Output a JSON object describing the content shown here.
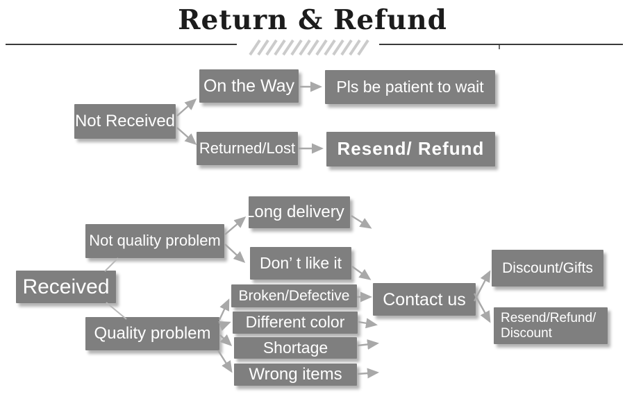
{
  "title": "Return & Refund",
  "colors": {
    "box": "#7f7f7f",
    "box-text": "#ffffff",
    "arrow": "#a8a8a8",
    "title-text": "#1c1c1c",
    "divider": "#3a3a3a",
    "hatch": "#cbcbcb",
    "background": "#ffffff"
  },
  "nodes": {
    "not_received": {
      "label": "Not Received"
    },
    "on_the_way": {
      "label": "On the Way"
    },
    "pls_wait": {
      "label": "Pls be patient to wait"
    },
    "returned_lost": {
      "label": "Returned/Lost"
    },
    "resend_refund": {
      "label": "Resend/ Refund"
    },
    "received": {
      "label": "Received"
    },
    "not_quality_problem": {
      "label": "Not quality problem"
    },
    "long_delivery": {
      "label": "Long delivery"
    },
    "dont_like_it": {
      "label": "Don’ t like it"
    },
    "quality_problem": {
      "label": "Quality problem"
    },
    "broken_defective": {
      "label": "Broken/Defective"
    },
    "different_color": {
      "label": "Different color"
    },
    "shortage": {
      "label": "Shortage"
    },
    "wrong_items": {
      "label": "Wrong items"
    },
    "contact_us": {
      "label": "Contact us"
    },
    "discount_gifts": {
      "label": "Discount/Gifts"
    },
    "resend_refund_discount": {
      "label": "Resend/Refund/\nDiscount"
    }
  },
  "edges": [
    {
      "from": "not_received",
      "to": "on_the_way",
      "arrowhead": true
    },
    {
      "from": "not_received",
      "to": "returned_lost",
      "arrowhead": true
    },
    {
      "from": "on_the_way",
      "to": "pls_wait",
      "arrowhead": true
    },
    {
      "from": "returned_lost",
      "to": "resend_refund",
      "arrowhead": true
    },
    {
      "from": "received",
      "to": "not_quality_problem",
      "arrowhead": false
    },
    {
      "from": "received",
      "to": "quality_problem",
      "arrowhead": false
    },
    {
      "from": "not_quality_problem",
      "to": "long_delivery",
      "arrowhead": true
    },
    {
      "from": "not_quality_problem",
      "to": "dont_like_it",
      "arrowhead": true
    },
    {
      "from": "long_delivery",
      "to": "contact_us",
      "arrowhead": true
    },
    {
      "from": "dont_like_it",
      "to": "contact_us",
      "arrowhead": true
    },
    {
      "from": "quality_problem",
      "to": "broken_defective",
      "arrowhead": true
    },
    {
      "from": "quality_problem",
      "to": "different_color",
      "arrowhead": true
    },
    {
      "from": "quality_problem",
      "to": "shortage",
      "arrowhead": true
    },
    {
      "from": "quality_problem",
      "to": "wrong_items",
      "arrowhead": true
    },
    {
      "from": "broken_defective",
      "to": "contact_us",
      "arrowhead": true
    },
    {
      "from": "different_color",
      "to": "contact_us",
      "arrowhead": true
    },
    {
      "from": "shortage",
      "to": "contact_us",
      "arrowhead": true
    },
    {
      "from": "wrong_items",
      "to": "contact_us",
      "arrowhead": true
    },
    {
      "from": "contact_us",
      "to": "discount_gifts",
      "arrowhead": true
    },
    {
      "from": "contact_us",
      "to": "resend_refund_discount",
      "arrowhead": true
    }
  ]
}
